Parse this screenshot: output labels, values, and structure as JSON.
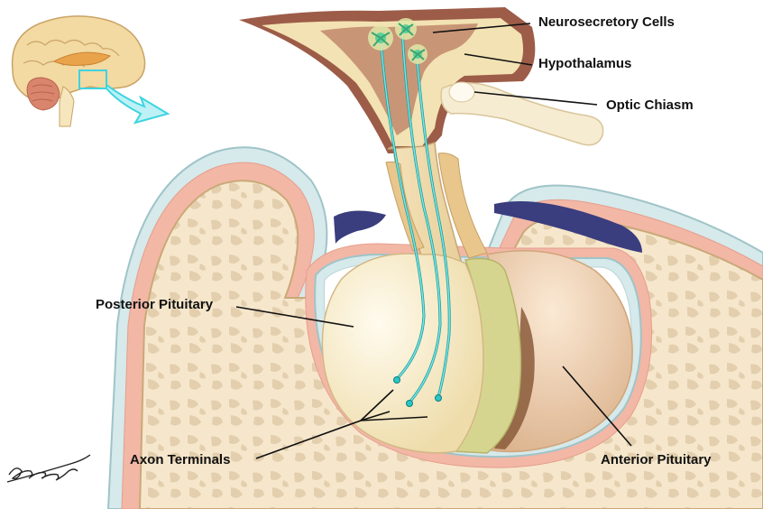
{
  "labels": {
    "neurosecretory": "Neurosecretory Cells",
    "hypothalamus": "Hypothalamus",
    "optic_chiasm": "Optic Chiasm",
    "posterior": "Posterior Pituitary",
    "axon_terminals": "Axon Terminals",
    "anterior": "Anterior Pituitary"
  },
  "colors": {
    "bone_fill": "#f6e7cc",
    "bone_pores": "#e2cfae",
    "periosteum": "#f3b8a8",
    "membrane": "#cfe3e6",
    "posterior_lobe": "#f8edce",
    "intermediate": "#d8d78f",
    "anterior_lobe": "#f1d9bf",
    "hypothalamus": "#c79874",
    "axon": "#2cc6c6",
    "sinus": "#3a3d7e",
    "callout": "#3ed4e0"
  }
}
